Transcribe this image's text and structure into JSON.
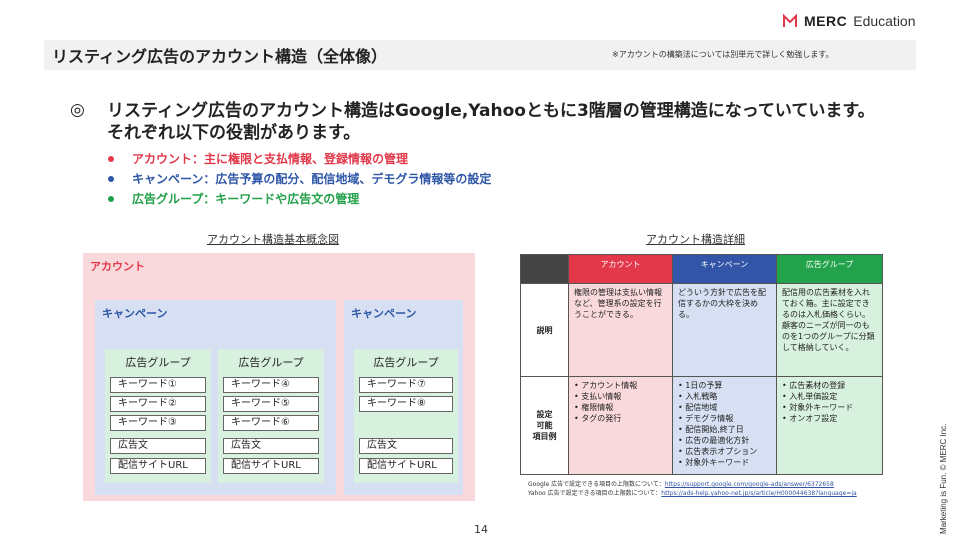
{
  "header": {
    "brand": "MERC",
    "brand_sub": "Education",
    "title": "リスティング広告のアカウント構造（全体像）",
    "note": "※アカウントの構築法については別単元で詳しく勉強します。"
  },
  "main": {
    "bullet": "◎",
    "statement": "リスティング広告のアカウント構造はGoogle,Yahooともに3階層の管理構造になっていています。それぞれ以下の役割があります。",
    "roles": [
      {
        "text": "アカウント：主に権限と支払情報、登録情報の管理",
        "color": "#e2384a"
      },
      {
        "text": "キャンペーン：広告予算の配分、配信地域、デモグラ情報等の設定",
        "color": "#2e56a6"
      },
      {
        "text": "広告グループ：キーワードや広告文の管理",
        "color": "#22a04a"
      }
    ]
  },
  "diagram": {
    "caption": "アカウント構造基本概念図",
    "account_label": "アカウント",
    "campaign_label": "キャンペーン",
    "group_label": "広告グループ",
    "groups": [
      {
        "keywords": [
          "キーワード①",
          "キーワード②",
          "キーワード③"
        ],
        "ad": "広告文",
        "url": "配信サイトURL"
      },
      {
        "keywords": [
          "キーワード④",
          "キーワード⑤",
          "キーワード⑥"
        ],
        "ad": "広告文",
        "url": "配信サイトURL"
      },
      {
        "keywords": [
          "キーワード⑦",
          "キーワード⑧"
        ],
        "ad": "広告文",
        "url": "配信サイトURL"
      }
    ]
  },
  "detail": {
    "caption": "アカウント構造詳細",
    "headers": [
      "",
      "アカウント",
      "キャンペーン",
      "広告グループ"
    ],
    "row1_label": "説明",
    "row1": [
      "権限の管理は支払い情報など、管理系の設定を行うことができる。",
      "どういう方針で広告を配信するかの大枠を決める。",
      "配信用の広告素材を入れておく箱。主に設定できるのは入札価格くらい。顧客のニーズが同一のものを1つのグループに分類して格納していく。"
    ],
    "row2_label": "設定\n可能\n項目例",
    "row2": [
      [
        "アカウント情報",
        "支払い情報",
        "権限情報",
        "タグの発行"
      ],
      [
        "1日の予算",
        "入札戦略",
        "配信地域",
        "デモグラ情報",
        "配信開始,終了日",
        "広告の最適化方針",
        "広告表示オプション",
        "対象外キーワード"
      ],
      [
        "広告素材の登録",
        "入札単価設定",
        "対象外キーワード",
        "オンオフ設定"
      ]
    ],
    "source1_text": "Google 広告で設定できる項目の上限数について：",
    "source1_link": "https://support.google.com/google-ads/answer/6372658",
    "source2_text": "Yahoo 広告で設定できる項目の上限数について：",
    "source2_link": "https://ads-help.yahoo-net.jp/s/article/H000044638?language=ja"
  },
  "footer": {
    "page": "14",
    "vertical": "Marketing is Fun. © MERC Inc."
  }
}
